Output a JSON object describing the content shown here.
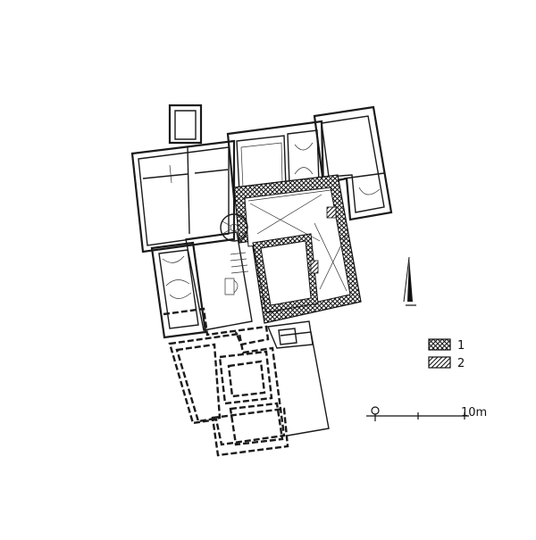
{
  "legend": {
    "items": [
      {
        "label": "1",
        "pattern": "crosshatch"
      },
      {
        "label": "2",
        "pattern": "diagonal"
      }
    ]
  },
  "scale_bar": {
    "label": "10m"
  },
  "north_arrow": {
    "icon": "north-arrow-icon"
  },
  "colors": {
    "ink": "#1a1a1a",
    "background": "#ffffff"
  }
}
